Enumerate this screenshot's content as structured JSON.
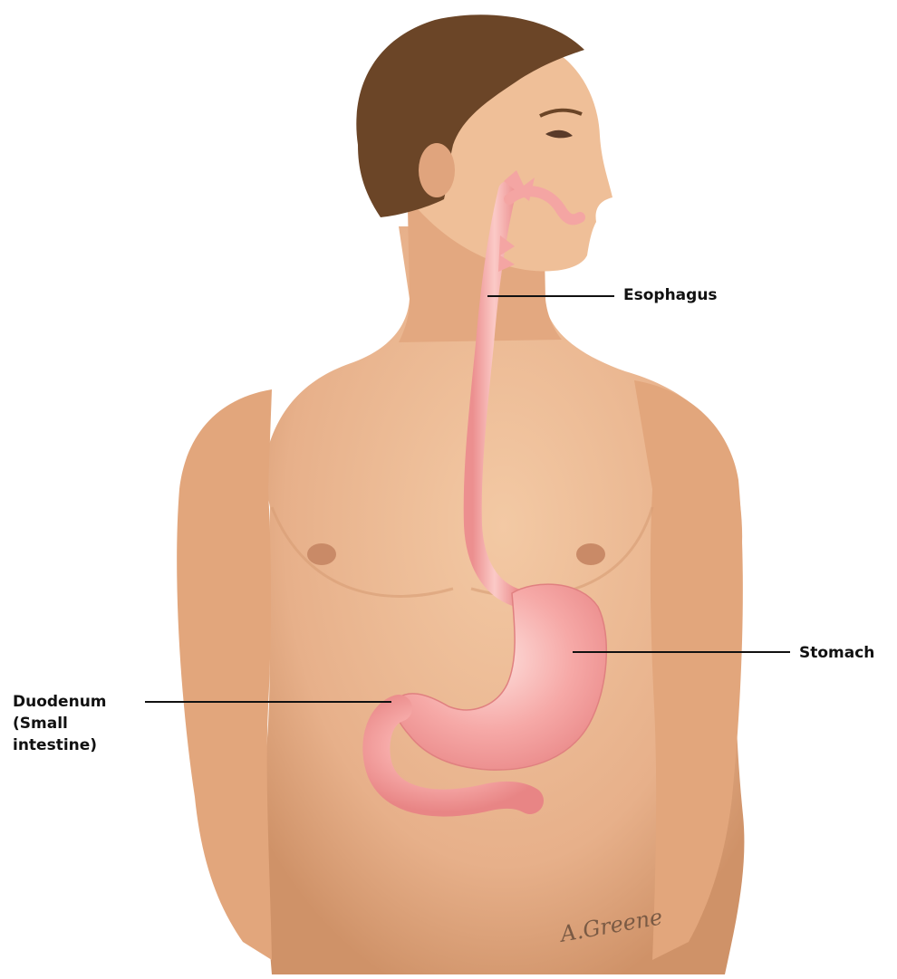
{
  "labels": {
    "esophagus": "Esophagus",
    "stomach": "Stomach",
    "duodenum_line1": "Duodenum",
    "duodenum_line2": "(Small",
    "duodenum_line3": "intestine)"
  },
  "signature": "A.Greene",
  "colors": {
    "skin": "#e9b48c",
    "skin_shadow": "#c88a5f",
    "hair": "#6b4527",
    "organ": "#f49a9a",
    "organ_highlight": "#fcd4d2",
    "leader_line": "#111111"
  }
}
